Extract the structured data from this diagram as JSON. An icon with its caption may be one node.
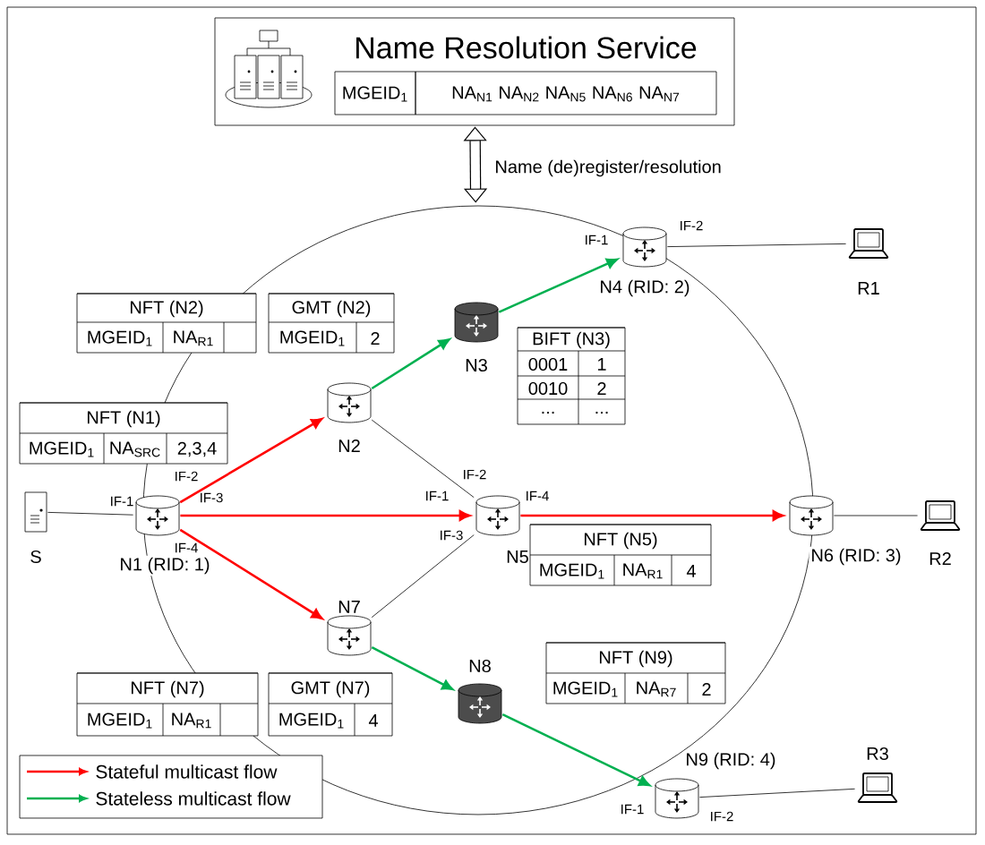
{
  "diagram": {
    "nodes": [
      {
        "text": [
          "Name Resolution Service",
          "MGEID$_{1}$",
          "NA$_{N1}$ NA$_{N2}$ NA$_{N5}$ NA$_{N6}$ NA$_{N7}$"
        ]
      },
      {
        "text": [],
        "shape": "circle"
      },
      {
        "text": [
          "N4 (RID: 2)"
        ],
        "in": 1
      },
      {
        "text": [
          "R1"
        ]
      },
      {
        "text": [
          "NFT (N2)",
          "MGEID$_{1}$",
          "NA$_{R1}$"
        ]
      },
      {
        "text": [
          "GMT (N2)",
          "MGEID$_{1}$",
          "2"
        ],
        "in": 1
      },
      {
        "text": [
          "N3"
        ],
        "in": 1
      },
      {
        "text": [
          "BIFT (N3)",
          "0001",
          "1",
          "0010",
          "2",
          "...",
          "..."
        ],
        "in": 1
      },
      {
        "text": [
          "N2"
        ],
        "in": 1
      },
      {
        "text": [
          "NFT (N1)",
          "MGEID$_{1}$",
          "NA$_{SRC}$",
          "2,3,4"
        ]
      },
      {
        "text": [
          "S"
        ]
      },
      {
        "text": [
          "N1 (RID: 1)"
        ]
      },
      {
        "text": [
          "N5"
        ],
        "in": 1
      },
      {
        "text": [
          "N6 (RID: 3)"
        ]
      },
      {
        "text": [
          "R2"
        ]
      },
      {
        "text": [
          "NFT (N5)",
          "MGEID$_{1}$",
          "NA$_{R1}$",
          "4"
        ],
        "in": 1
      },
      {
        "text": [
          "N7"
        ],
        "in": 1
      },
      {
        "text": [
          "N8"
        ],
        "in": 1
      },
      {
        "text": [
          "NFT (N9)",
          "MGEID$_{1}$",
          "NA$_{R7}$",
          "2"
        ],
        "in": 1
      },
      {
        "text": [
          "NFT (N7)",
          "MGEID$_{1}$",
          "NA$_{R1}$"
        ]
      },
      {
        "text": [
          "GMT (N7)",
          "MGEID$_{1}$",
          "4"
        ],
        "in": 1
      },
      {
        "text": [
          "N9 (RID: 4)"
        ],
        "in": 1
      },
      {
        "text": [
          "R3"
        ]
      }
    ],
    "edges": [
      {
        "from": 0,
        "to": 1,
        "arrow": "both",
        "label": "Name (de)register/resolution",
        "style": "thick"
      },
      {
        "from": 2,
        "to": 3,
        "arrow": "none"
      },
      {
        "from": 6,
        "to": 2,
        "arrow": "to",
        "color": "#00b050"
      },
      {
        "from": 8,
        "to": 6,
        "arrow": "to",
        "color": "#00b050"
      },
      {
        "from": 10,
        "to": 11,
        "arrow": "none"
      },
      {
        "from": 11,
        "to": 8,
        "arrow": "to",
        "color": "#ff0000"
      },
      {
        "from": 11,
        "to": 12,
        "arrow": "to",
        "color": "#ff0000"
      },
      {
        "from": 11,
        "to": 16,
        "arrow": "to",
        "color": "#ff0000"
      },
      {
        "from": 8,
        "to": 12,
        "arrow": "none"
      },
      {
        "from": 12,
        "to": 13,
        "arrow": "to",
        "color": "#ff0000"
      },
      {
        "from": 13,
        "to": 14,
        "arrow": "none"
      },
      {
        "from": 16,
        "to": 12,
        "arrow": "none"
      },
      {
        "from": 16,
        "to": 17,
        "arrow": "to",
        "color": "#00b050"
      },
      {
        "from": 17,
        "to": 21,
        "arrow": "to",
        "color": "#00b050"
      },
      {
        "from": 21,
        "to": 22,
        "arrow": "none"
      }
    ],
    "labels": [
      "IF-1",
      "IF-2",
      "IF-2",
      "IF-2",
      "IF-1",
      "IF-3",
      "IF-1",
      "IF-4",
      "IF-4",
      "IF-3",
      "IF-1",
      "IF-2"
    ],
    "legend": [
      {
        "text": "Stateful multicast flow"
      },
      {
        "text": "Stateless multicast flow"
      }
    ]
  }
}
